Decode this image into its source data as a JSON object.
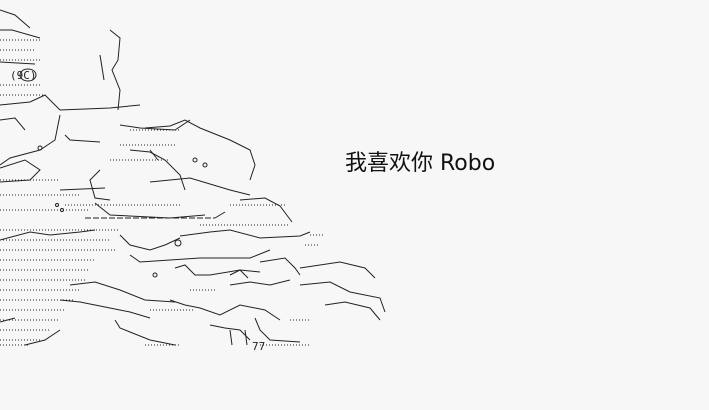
{
  "caption": "我喜欢你 Robo",
  "art": {
    "label_number": "(9C)",
    "label_bottom_right": "77",
    "colors": {
      "background": "#f7f7f7",
      "ink": "#222222"
    }
  }
}
